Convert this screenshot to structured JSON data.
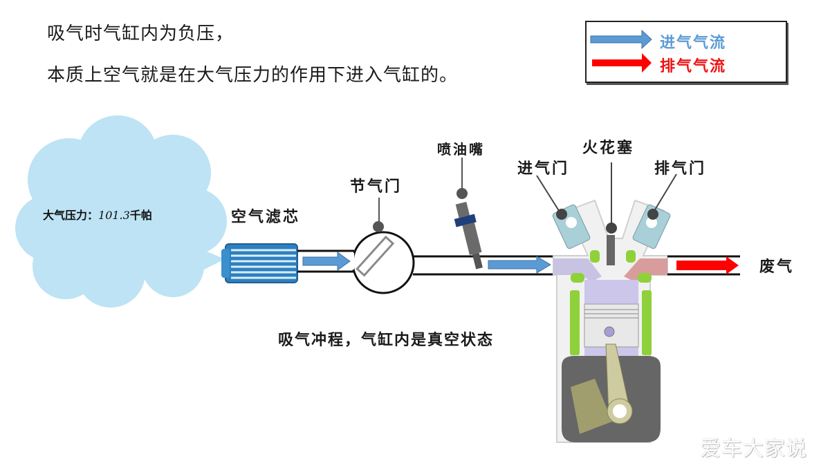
{
  "captions": {
    "line1": "吸气时气缸内为负压，",
    "line2": "本质上空气就是在大气压力的作用下进入气缸的。"
  },
  "legend": {
    "intake": {
      "label": "进气气流",
      "color": "#5b9bd5"
    },
    "exhaust": {
      "label": "排气气流",
      "color": "#ee1111"
    }
  },
  "cloud": {
    "label": "大气压力：",
    "value": "101.3",
    "unit": "千帕",
    "color": "#bde3f4"
  },
  "components": {
    "air_filter": "空气滤芯",
    "throttle": "节气门",
    "injector": "喷油嘴",
    "intake_valve": "进气门",
    "spark_plug": "火花塞",
    "exhaust_valve": "排气门",
    "exhaust_gas": "废气"
  },
  "stroke_note": "吸气冲程，气缸内是真空状态",
  "watermark": "爱车大家说"
}
